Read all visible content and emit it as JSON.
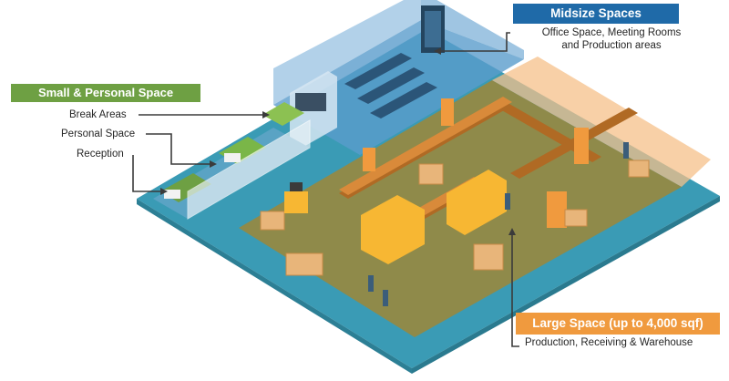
{
  "colors": {
    "small": "#6ea043",
    "mid": "#1f6aa8",
    "large": "#f09a3e",
    "floor_teal": "#3a9bb5",
    "floor_olive": "#8f8a4a",
    "line": "#3b3b3b"
  },
  "small_space": {
    "title": "Small & Personal Space",
    "items": [
      "Break Areas",
      "Personal Space",
      "Reception"
    ]
  },
  "mid_space": {
    "title": "Midsize Spaces",
    "line1": "Office Space, Meeting Rooms",
    "line2": "and Production areas"
  },
  "large_space": {
    "title": "Large Space (up to 4,000 sqf)",
    "caption": "Production, Receiving & Warehouse"
  }
}
